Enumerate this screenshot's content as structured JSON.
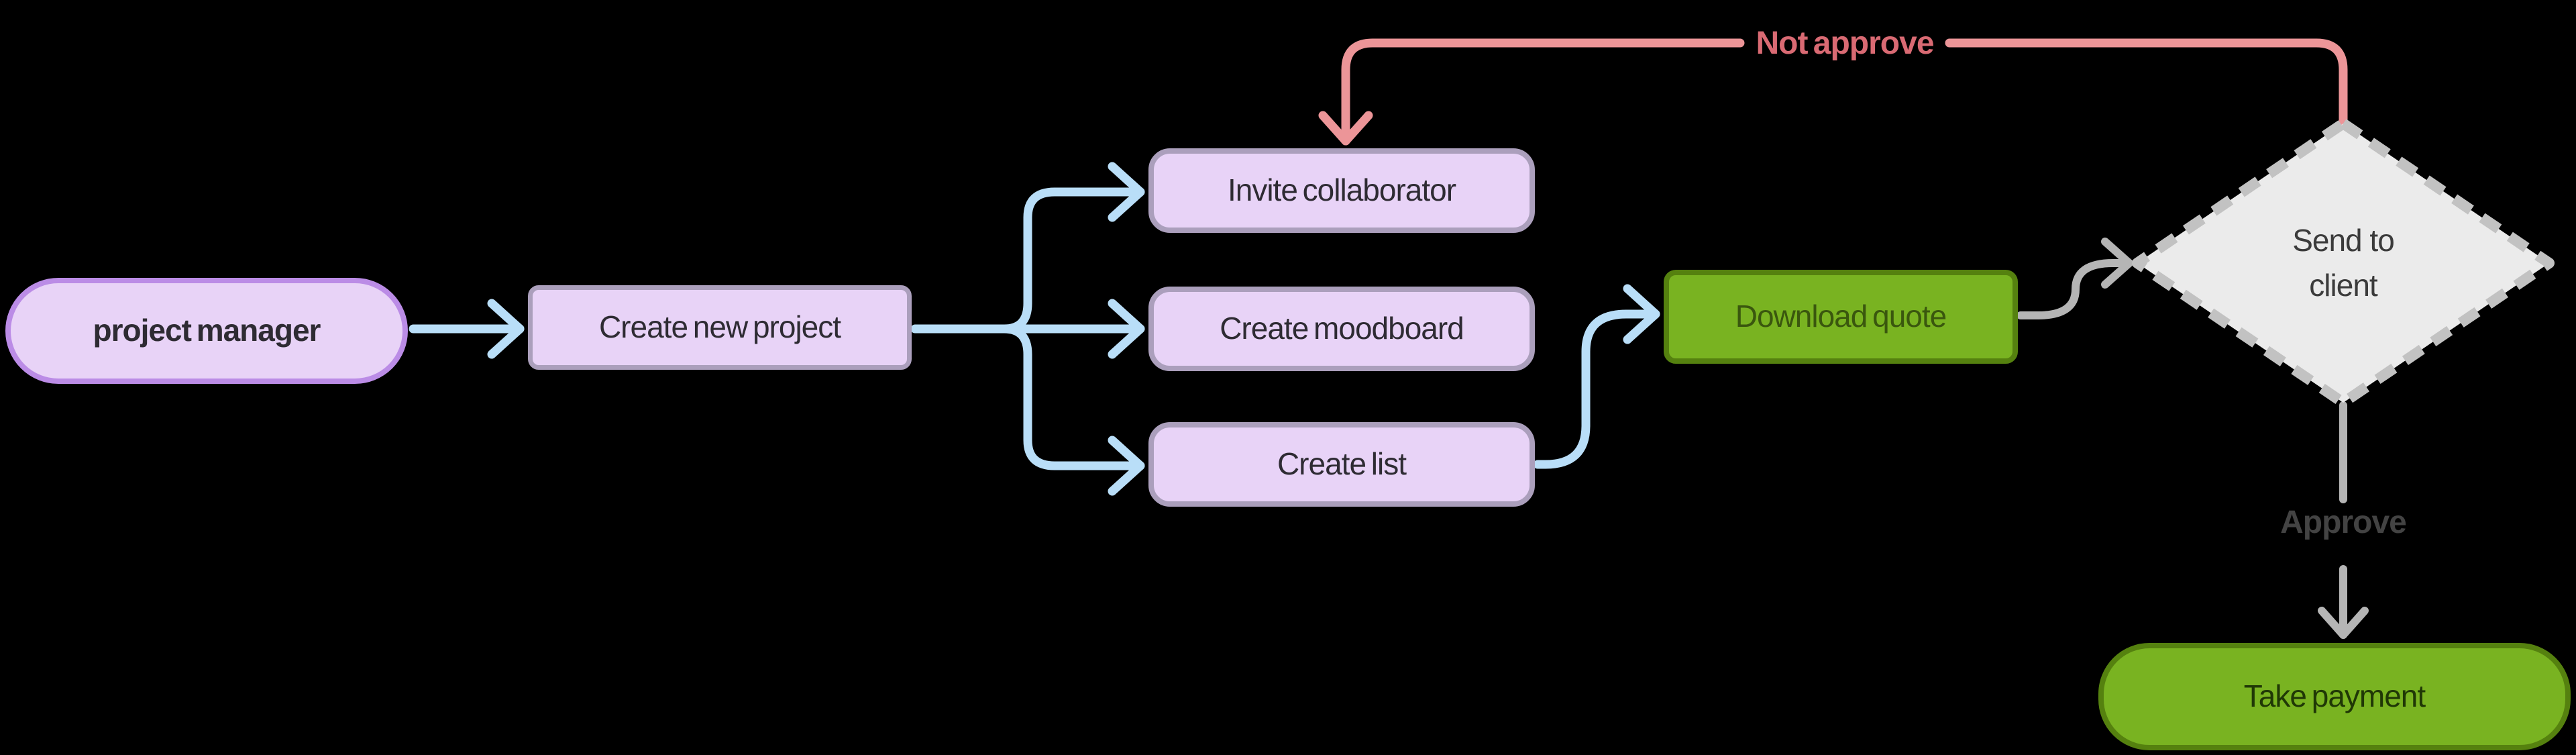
{
  "colors": {
    "bg": "#000000",
    "purple-fill": "#e8d3f7",
    "purple-pill-border": "#bb8ce6",
    "purple-box-border": "#ab9fbc",
    "blue-arrow": "#b9def8",
    "green-fill": "#79b321",
    "green-border": "#55810f",
    "download-quote-text": "#3a570e",
    "take-payment-text": "#203806",
    "gray-arrow": "#b5b5b5",
    "diamond-fill": "#ebebeb",
    "diamond-border": "#c2c2c2",
    "diamond-text": "#3b3b3b",
    "dark-text": "#2e2b33",
    "approve-text": "#434343",
    "red-arrow": "#ec9598",
    "red-text": "#d96a73"
  },
  "nodes": {
    "project_manager": {
      "label": "project manager"
    },
    "create_new_project": {
      "label": "Create new project"
    },
    "invite_collaborator": {
      "label": "Invite collaborator"
    },
    "create_moodboard": {
      "label": "Create moodboard"
    },
    "create_list": {
      "label": "Create list"
    },
    "download_quote": {
      "label": "Download quote"
    },
    "send_to_client": {
      "label": "Send to client"
    },
    "take_payment": {
      "label": "Take payment"
    }
  },
  "edge_labels": {
    "not_approve": {
      "label": "Not approve"
    },
    "approve": {
      "label": "Approve"
    }
  }
}
